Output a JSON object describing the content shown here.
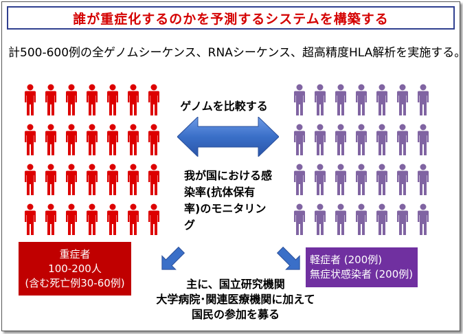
{
  "title": "誰が重症化するのかを予測するシステムを構築する",
  "subtitle": "計500-600例の全ゲノムシーケンス、RNAシーケンス、超高精度HLA解析を実施する。",
  "compare_label": "ゲノムを比較する",
  "monitor_lines": [
    "我が国における感",
    "染率(抗体保有",
    "率)のモニタリング"
  ],
  "recruit_lines": [
    "主に、国立研究機関",
    "大学病院･関連医療機関に加えて",
    "国民の参加を募る"
  ],
  "severe": {
    "lines": [
      "重症者",
      "100-200人",
      "(含む死亡例30-60例)"
    ]
  },
  "mild": {
    "lines": [
      "軽症者 (200例)",
      "無症状感染者 (200例)"
    ]
  },
  "colors": {
    "title": "#d40000",
    "frame": "#2f3f8f",
    "severe": "#dd0000",
    "severe_box": "#c00000",
    "mild": "#8064a2",
    "mild_box": "#7030a0",
    "arrow": "#3a6fc8"
  }
}
